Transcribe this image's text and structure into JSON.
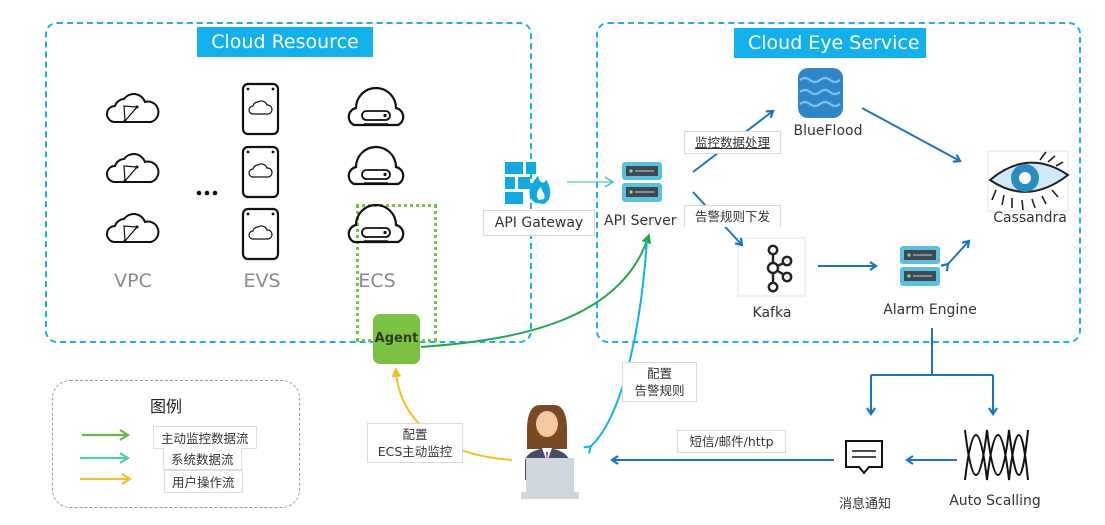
{
  "groups": {
    "cloud_resource": {
      "title": "Cloud Resource"
    },
    "cloud_eye_service": {
      "title": "Cloud Eye Service"
    }
  },
  "resources": {
    "columns": [
      {
        "label": "VPC",
        "icon": "vpc-cloud-icon",
        "count": 3
      },
      {
        "label": "EVS",
        "icon": "evs-disk-icon",
        "count": 3
      },
      {
        "label": "ECS",
        "icon": "ecs-server-cloud-icon",
        "count": 3
      }
    ],
    "ellipsis": "...",
    "agent_label": "Agent"
  },
  "nodes": {
    "api_gateway": "API Gateway",
    "api_server": "API Server",
    "blueflood": "BlueFlood",
    "cassandra": "Cassandra",
    "kafka": "Kafka",
    "alarm_engine": "Alarm Engine",
    "notification": "消息通知",
    "auto_scaling": "Auto Scalling"
  },
  "edge_labels": {
    "monitor_data_processing": "监控数据处理",
    "alarm_rule_dispatch": "告警规则下发",
    "config_alarm_rules_line1": "配置",
    "config_alarm_rules_line2": "告警规则",
    "config_ecs_line1": "配置",
    "config_ecs_line2": "ECS主动监控",
    "notify_channels": "短信/邮件/http"
  },
  "legend": {
    "title": "图例",
    "items": [
      {
        "label": "主动监控数据流",
        "color": "#6ab545"
      },
      {
        "label": "系统数据流",
        "color": "#4ecdb5"
      },
      {
        "label": "用户操作流",
        "color": "#f5c122"
      }
    ]
  },
  "colors": {
    "group_border": "#1ab0e8",
    "flow_blue": "#1c75bc",
    "active_monitoring": "#22a84a",
    "system_flow": "#4ecdb5",
    "user_operation": "#f5c122",
    "alarm_config": "#12b1ec",
    "agent": "#7cc242"
  }
}
